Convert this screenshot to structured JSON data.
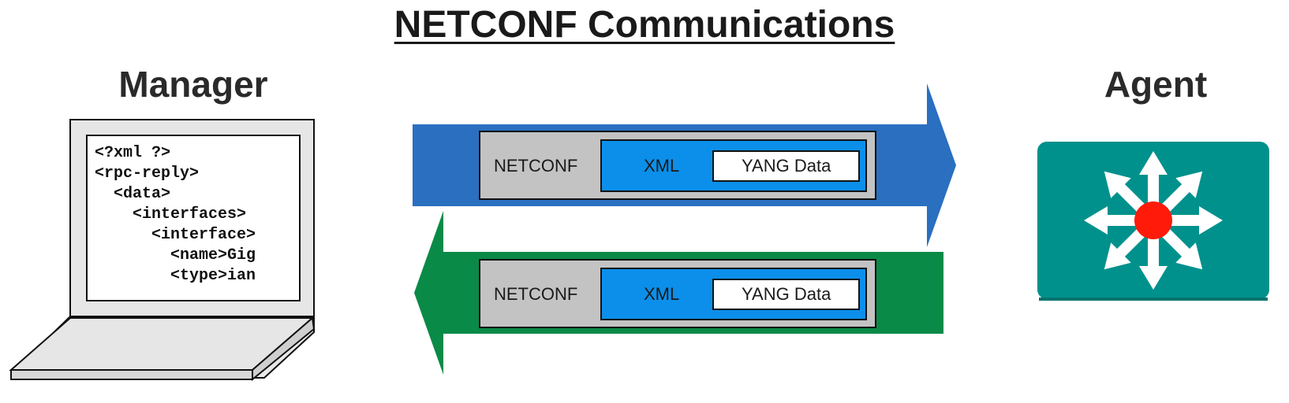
{
  "title": "NETCONF Communications",
  "manager": {
    "label": "Manager",
    "code_lines": [
      "<?xml ?>",
      "<rpc-reply>",
      "  <data>",
      "    <interfaces>",
      "      <interface>",
      "        <name>Gig",
      "        <type>ian"
    ]
  },
  "agent": {
    "label": "Agent",
    "icon": "network-switch-icon"
  },
  "arrows": [
    {
      "direction": "right",
      "color": "#2a6fc0",
      "layers": {
        "outer": "NETCONF",
        "middle": "XML",
        "inner": "YANG Data"
      }
    },
    {
      "direction": "left",
      "color": "#0a8a47",
      "layers": {
        "outer": "NETCONF",
        "middle": "XML",
        "inner": "YANG Data"
      }
    }
  ],
  "colors": {
    "netconf_box": "#c3c3c3",
    "xml_box": "#0b8fea",
    "yang_box": "#ffffff",
    "agent_tile": "#00918c",
    "agent_center": "#ff1a0a"
  }
}
